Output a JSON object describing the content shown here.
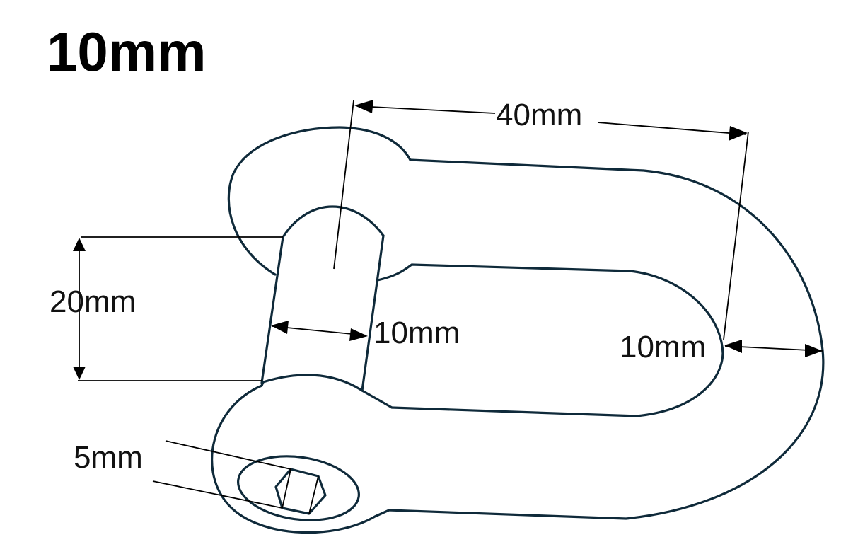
{
  "title": "10mm",
  "diagram": {
    "subject": "D-shackle with hex-socket pin",
    "outline_color": "#0f2a3a",
    "dimension_color": "#000000",
    "background": "#ffffff"
  },
  "dimensions": {
    "inner_length": {
      "label": "40mm",
      "meaning": "inner length of shackle body"
    },
    "pin_opening": {
      "label": "20mm",
      "meaning": "height of opening at pin"
    },
    "pin_diameter": {
      "label": "10mm",
      "meaning": "pin diameter"
    },
    "body_thickness": {
      "label": "10mm",
      "meaning": "bow material thickness"
    },
    "hex_socket": {
      "label": "5mm",
      "meaning": "hex socket size on pin head"
    }
  }
}
